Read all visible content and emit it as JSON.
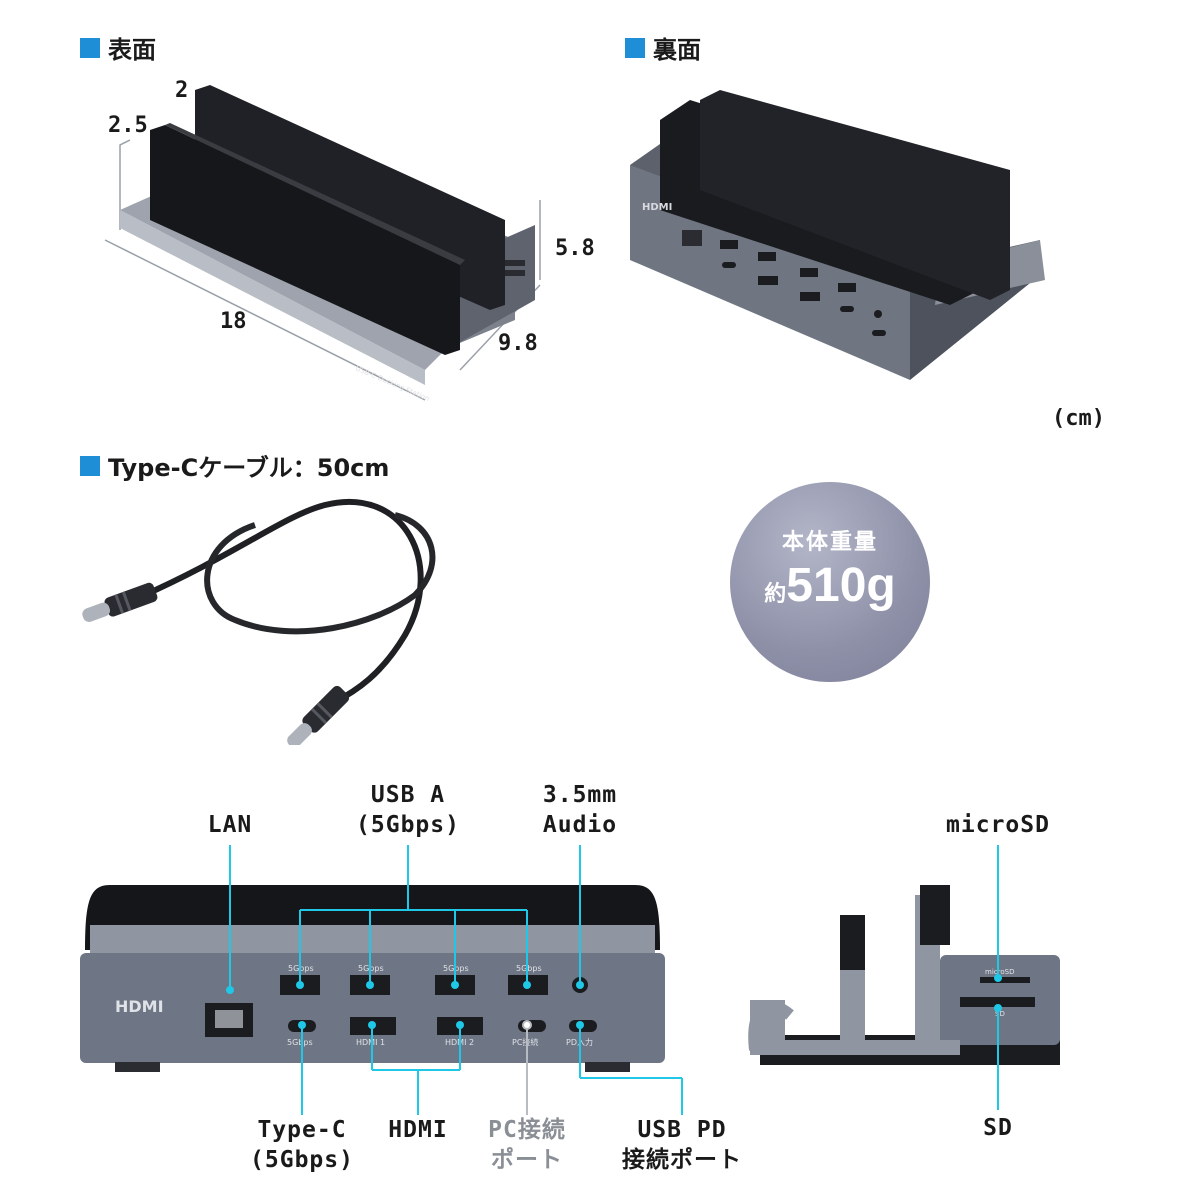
{
  "sections": {
    "front_title": "表面",
    "back_title": "裏面",
    "cable_title": "Type-Cケーブル：50cm"
  },
  "dimensions": {
    "width_top": "2",
    "slot": "2.5",
    "height": "5.8",
    "length": "18",
    "depth": "9.8",
    "unit": "(cm)"
  },
  "weight": {
    "label": "本体重量",
    "prefix": "約",
    "value": "510g"
  },
  "ports": {
    "lan": "LAN",
    "usb_a_line1": "USB A",
    "usb_a_line2": "(5Gbps)",
    "audio_line1": "3.5mm",
    "audio_line2": "Audio",
    "type_c_line1": "Type-C",
    "type_c_line2": "(5Gbps)",
    "hdmi": "HDMI",
    "pc_line1": "PC接続",
    "pc_line2": "ポート",
    "usbpd_line1": "USB PD",
    "usbpd_line2": "接続ポート",
    "microsd": "microSD",
    "sd": "SD"
  },
  "device_print": {
    "hdmi_logo": "HDMI",
    "port_5gbps": "5Gbps",
    "hdmi1": "HDMI 1",
    "hdmi2": "HDMI 2",
    "pc_port": "PC接続",
    "pd_port": "PD入力",
    "microsd_slot": "microSD",
    "sd_slot": "SD"
  },
  "colors": {
    "accent_square": "#1e8fd6",
    "callout_line": "#1ec8e6",
    "device_body": "#6e7585",
    "device_dark": "#1b1c20",
    "weight_circle": "#8e90a8"
  }
}
